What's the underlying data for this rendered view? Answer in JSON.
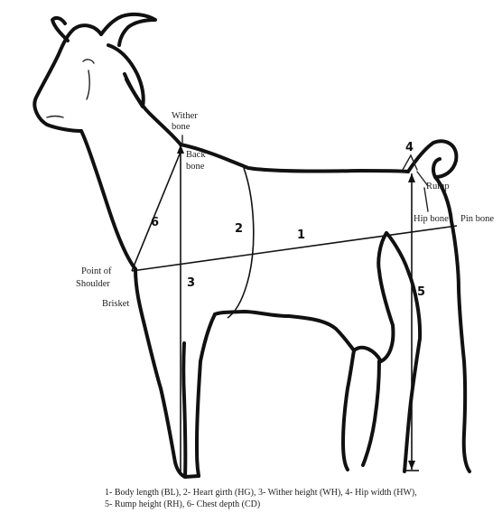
{
  "labels": {
    "wither_bone": [
      "Wither",
      "bone"
    ],
    "back_bone": [
      "Back",
      "bone"
    ],
    "rump": "Rump",
    "hip_bone": "Hip bone",
    "pin_bone": "Pin bone",
    "point_of_shoulder": [
      "Point of",
      "Shoulder"
    ],
    "brisket": "Brisket"
  },
  "numbers": {
    "body_length": "1",
    "heart_girth": "2",
    "wither_height": "3",
    "hip_width": "4",
    "rump_height": "5",
    "chest_depth": "6"
  },
  "caption": {
    "line1": "1- Body length (BL), 2- Heart girth (HG), 3- Wither height (WH), 4- Hip width (HW),",
    "line2": "5- Rump height (RH), 6- Chest depth (CD)"
  }
}
